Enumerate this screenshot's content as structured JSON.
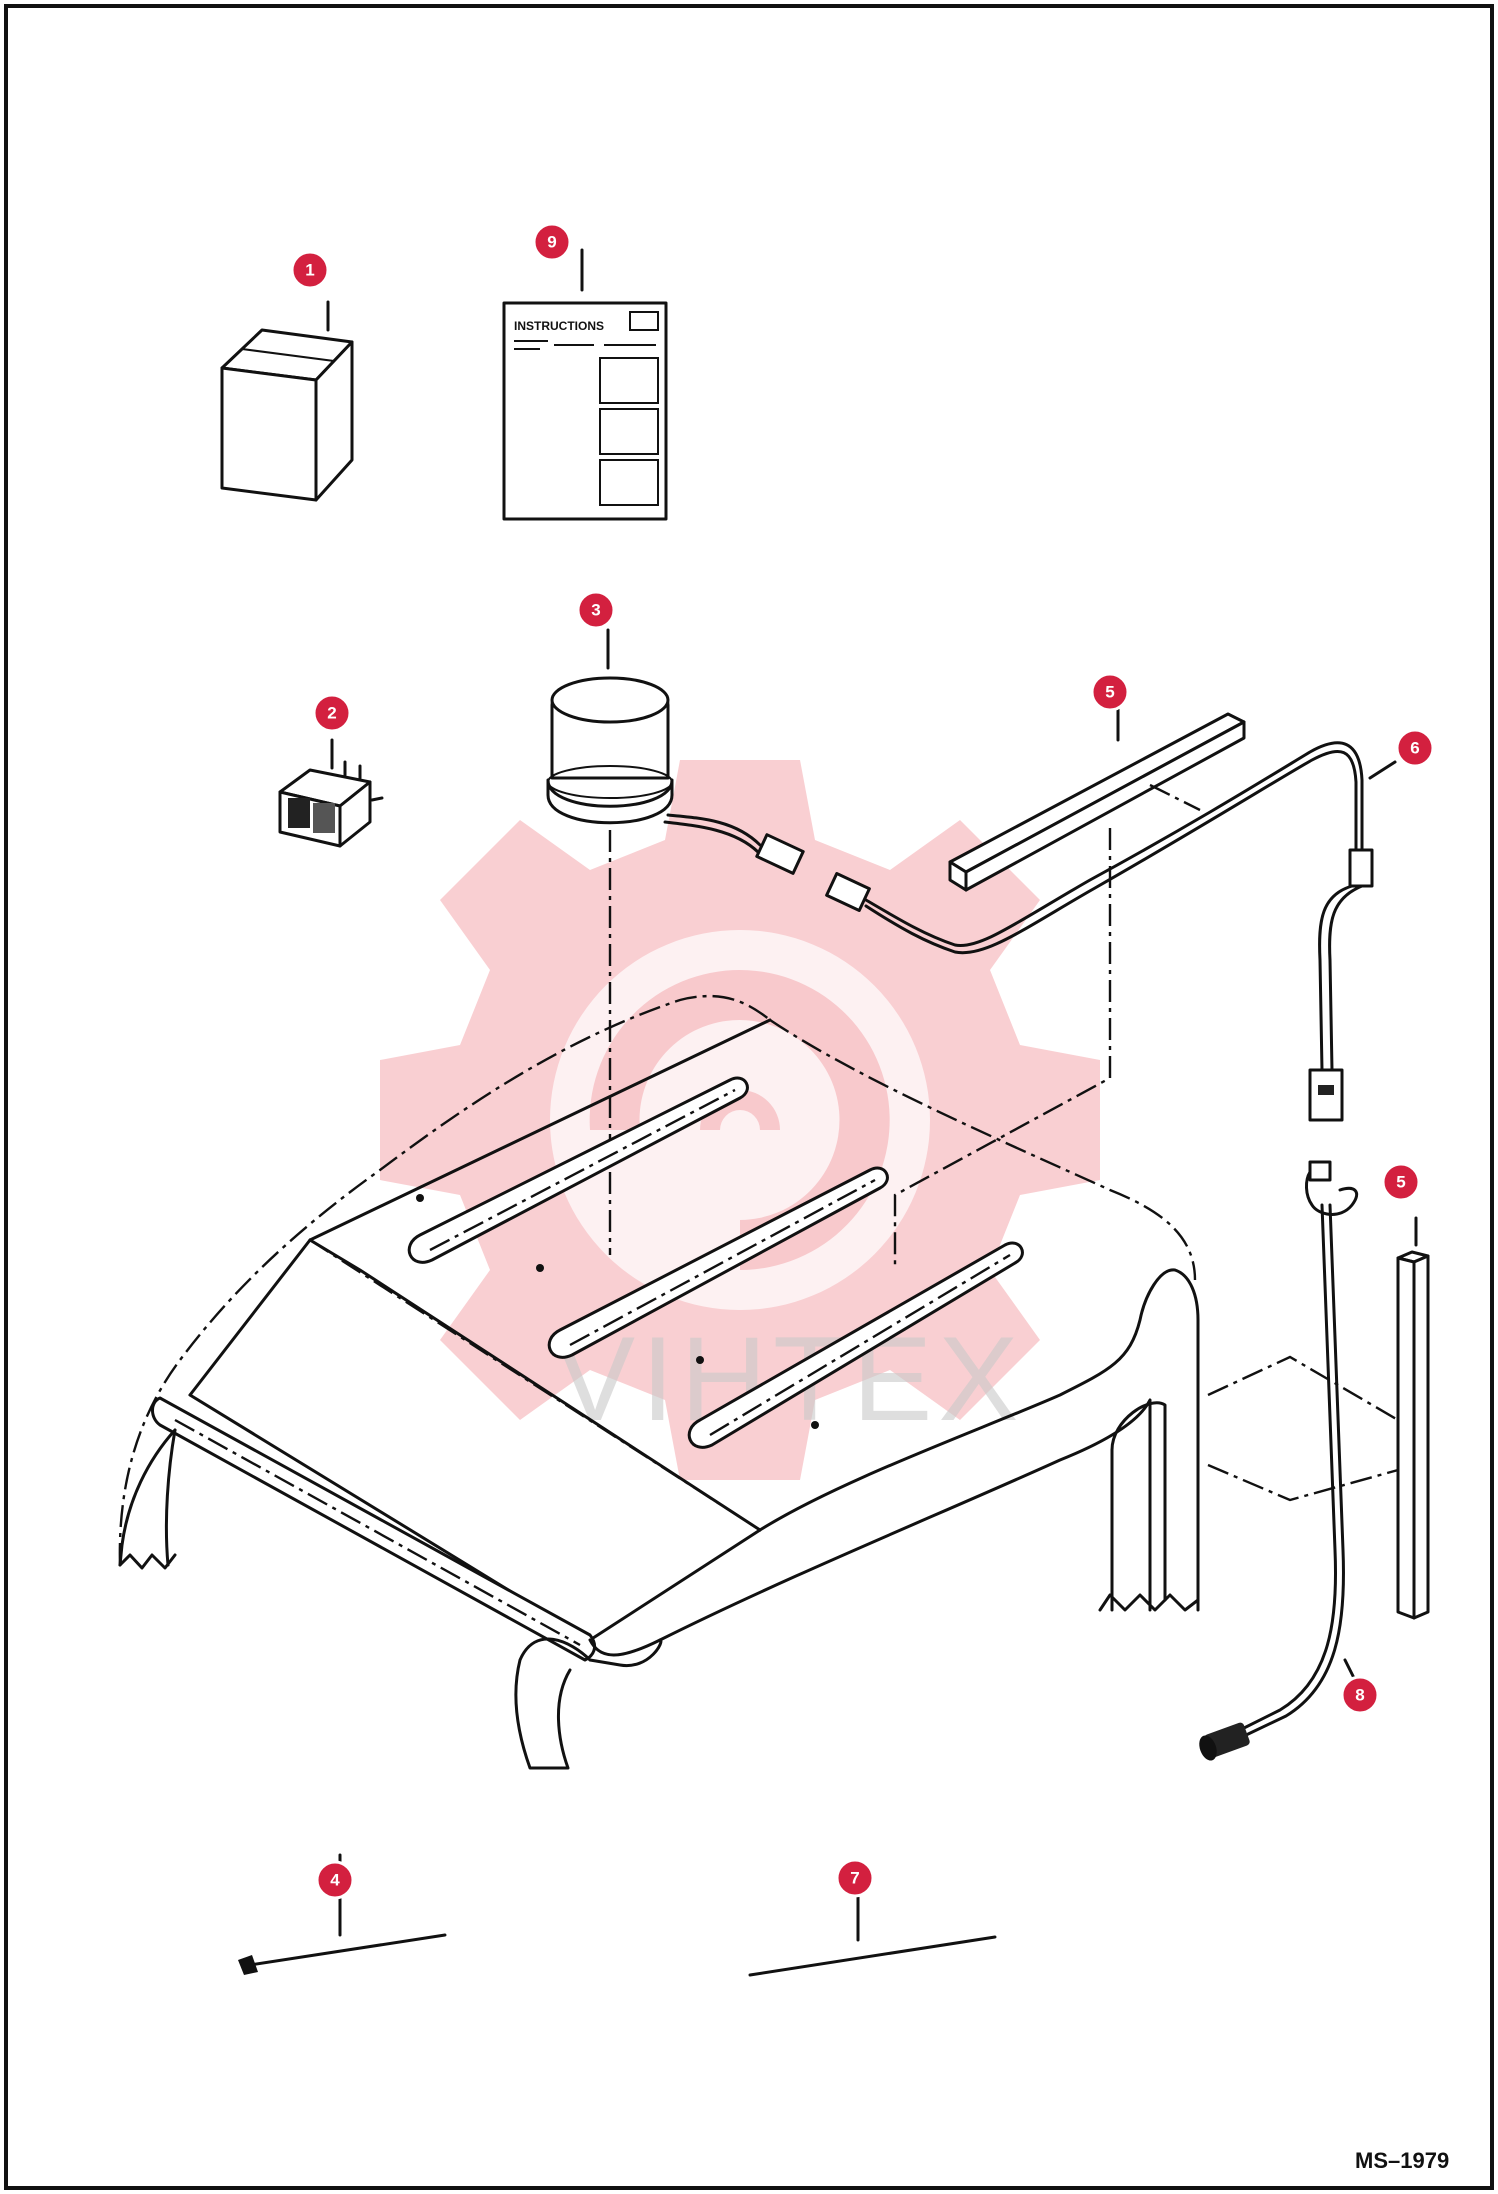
{
  "drawing_code": "MS–1979",
  "instructions_sheet_label": "INSTRUCTIONS",
  "watermark_text": "VIHTEX",
  "colors": {
    "callout": "#d3203f",
    "line": "#111111",
    "watermark": "#f4a8ad"
  },
  "callouts": [
    {
      "id": "c1",
      "label": "1"
    },
    {
      "id": "c2",
      "label": "2"
    },
    {
      "id": "c3",
      "label": "3"
    },
    {
      "id": "c4",
      "label": "4"
    },
    {
      "id": "c5a",
      "label": "5"
    },
    {
      "id": "c5b",
      "label": "5"
    },
    {
      "id": "c6",
      "label": "6"
    },
    {
      "id": "c7",
      "label": "7"
    },
    {
      "id": "c8",
      "label": "8"
    },
    {
      "id": "c9",
      "label": "9"
    }
  ]
}
